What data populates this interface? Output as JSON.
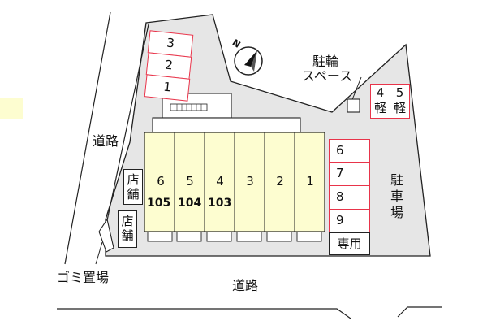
{
  "roads": {
    "left_label": "道路",
    "bottom_label": "道路"
  },
  "compass": {
    "north_label": "N"
  },
  "bicycle_parking": {
    "label_line1": "駐輪",
    "label_line2": "スペース"
  },
  "parking_lot_label": [
    "駐",
    "車",
    "場"
  ],
  "garbage_label": "ゴミ置場",
  "parking_top": [
    "3",
    "2",
    "1"
  ],
  "parking_kei": [
    {
      "num": "4",
      "kind": "軽"
    },
    {
      "num": "5",
      "kind": "軽"
    }
  ],
  "parking_right": [
    "6",
    "7",
    "8",
    "9"
  ],
  "dedicated_label": "専用",
  "building_units": [
    "6",
    "5",
    "4",
    "3",
    "2",
    "1"
  ],
  "room_numbers": [
    "105",
    "104",
    "103"
  ],
  "shops": [
    {
      "line1": "店",
      "line2": "舗"
    },
    {
      "line1": "店",
      "line2": "舗"
    }
  ],
  "colors": {
    "site_fill": "#e6e6e6",
    "building_fill": "#fdfdd0",
    "parking_border": "#e8344a",
    "outline": "#222222"
  }
}
